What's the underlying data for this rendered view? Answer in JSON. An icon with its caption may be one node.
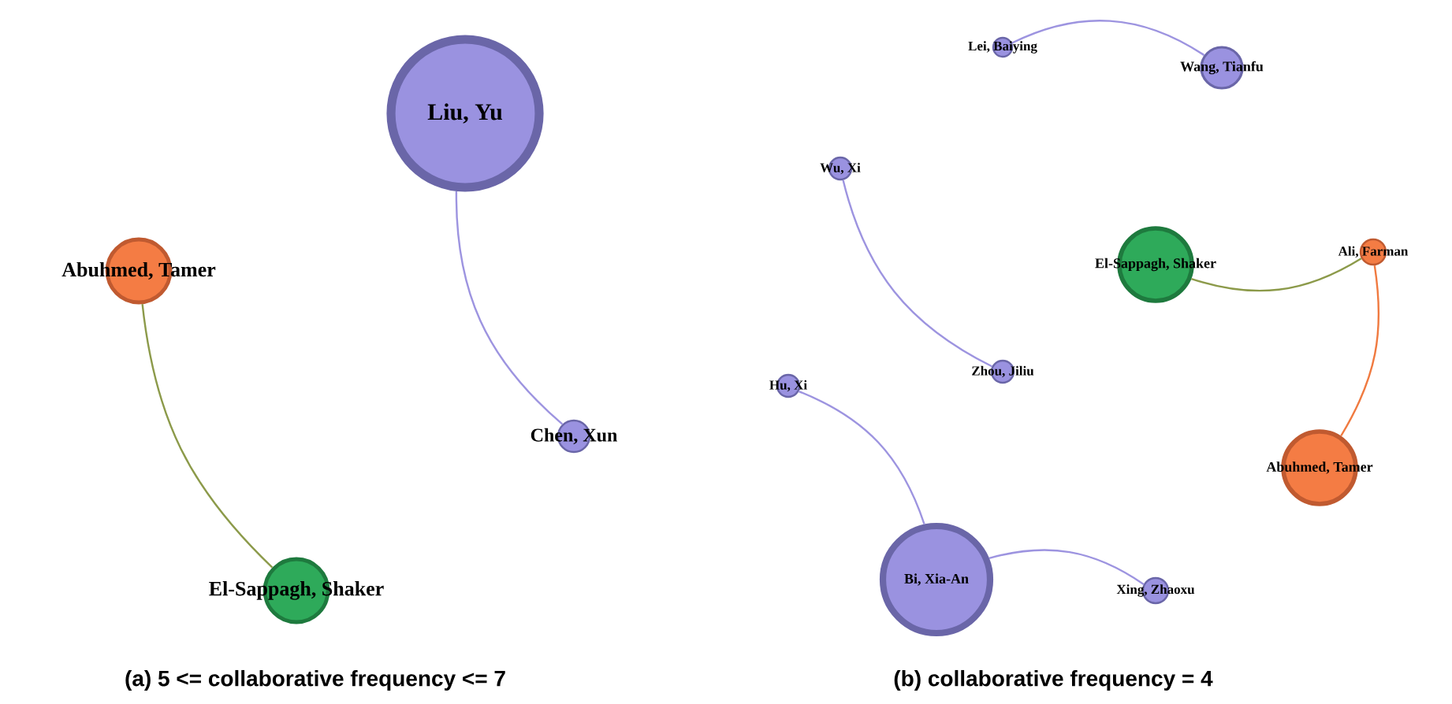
{
  "diagram": {
    "nodes": [
      {
        "text": [
          "Liu, Yu"
        ]
      },
      {
        "text": [
          "Chen, Xun"
        ]
      },
      {
        "text": [
          "Abuhmed, Tamer"
        ]
      },
      {
        "text": [
          "El-Sappagh, Shaker"
        ]
      },
      {
        "text": [
          "Lei, Baiying"
        ]
      },
      {
        "text": [
          "Wang, Tianfu"
        ]
      },
      {
        "text": [
          "Wu, Xi"
        ]
      },
      {
        "text": [
          "El-Sappagh, Shaker"
        ]
      },
      {
        "text": [
          "Ali, Farman"
        ]
      },
      {
        "text": [
          "Zhou, Jiliu"
        ]
      },
      {
        "text": [
          "Hu, Xi"
        ]
      },
      {
        "text": [
          "Abuhmed, Tamer"
        ]
      },
      {
        "text": [
          "Bi, Xia-An"
        ]
      },
      {
        "text": [
          "Xing, Zhaoxu"
        ]
      }
    ],
    "edges": [
      {
        "from": 0,
        "to": 1,
        "arrow": "none"
      },
      {
        "from": 2,
        "to": 3,
        "arrow": "none",
        "color": "#8c9a4a"
      },
      {
        "from": 4,
        "to": 5,
        "arrow": "none"
      },
      {
        "from": 6,
        "to": 9,
        "arrow": "none"
      },
      {
        "from": 7,
        "to": 8,
        "arrow": "none",
        "color": "#8c9a4a"
      },
      {
        "from": 8,
        "to": 11,
        "arrow": "none",
        "color": "#f07a40"
      },
      {
        "from": 10,
        "to": 12,
        "arrow": "none"
      },
      {
        "from": 12,
        "to": 13,
        "arrow": "none"
      }
    ],
    "labels": [
      "(a) 5 <= collaborative frequency <= 7",
      "(b) collaborative frequency = 4"
    ]
  }
}
